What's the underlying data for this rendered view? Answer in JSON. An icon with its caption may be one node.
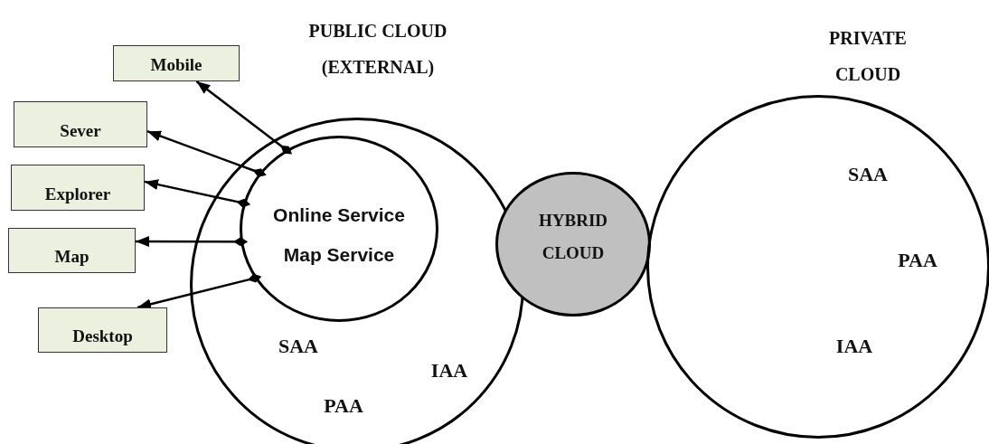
{
  "diagram": {
    "nodes": [
      {
        "text": [
          "PUBLIC CLOUD (EXTERNAL)",
          "SAA",
          "IAA",
          "PAA"
        ]
      },
      {
        "text": [
          "Online Service",
          "Map Service"
        ],
        "in": 0
      },
      {
        "text": [
          "HYBRID CLOUD"
        ]
      },
      {
        "text": [
          "PRIVATE CLOUD",
          "SAA",
          "PAA",
          "IAA"
        ]
      },
      {
        "text": [
          "Mobile"
        ]
      },
      {
        "text": [
          "Sever"
        ]
      },
      {
        "text": [
          "Explorer"
        ]
      },
      {
        "text": [
          "Map"
        ]
      },
      {
        "text": [
          "Desktop"
        ]
      }
    ],
    "edges": [
      {
        "from": 1,
        "to": 4,
        "arrow": "to"
      },
      {
        "from": 1,
        "to": 5,
        "arrow": "to"
      },
      {
        "from": 1,
        "to": 6,
        "arrow": "to"
      },
      {
        "from": 1,
        "to": 7,
        "arrow": "to"
      },
      {
        "from": 1,
        "to": 8,
        "arrow": "to"
      }
    ]
  }
}
